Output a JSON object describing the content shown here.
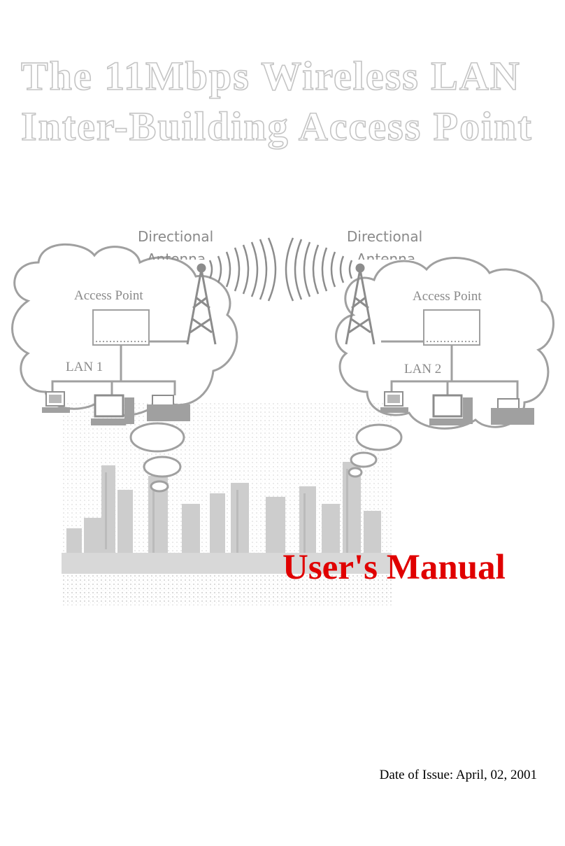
{
  "title": {
    "line1": "The 11Mbps Wireless LAN",
    "line2": "Inter-Building Access Point"
  },
  "diagram": {
    "left": {
      "antenna_label_line1": "Directional",
      "antenna_label_line2": "Antenna",
      "device_label": "Access Point",
      "network_label": "LAN 1"
    },
    "right": {
      "antenna_label_line1": "Directional",
      "antenna_label_line2": "Antenna",
      "device_label": "Access Point",
      "network_label": "LAN 2"
    }
  },
  "manual_label": "User's Manual",
  "date_of_issue": "Date of Issue: April, 02, 2001",
  "colors": {
    "title_outline": "#c4c4c4",
    "diagram_gray": "#9a9a9a",
    "manual_red": "#e00000"
  }
}
